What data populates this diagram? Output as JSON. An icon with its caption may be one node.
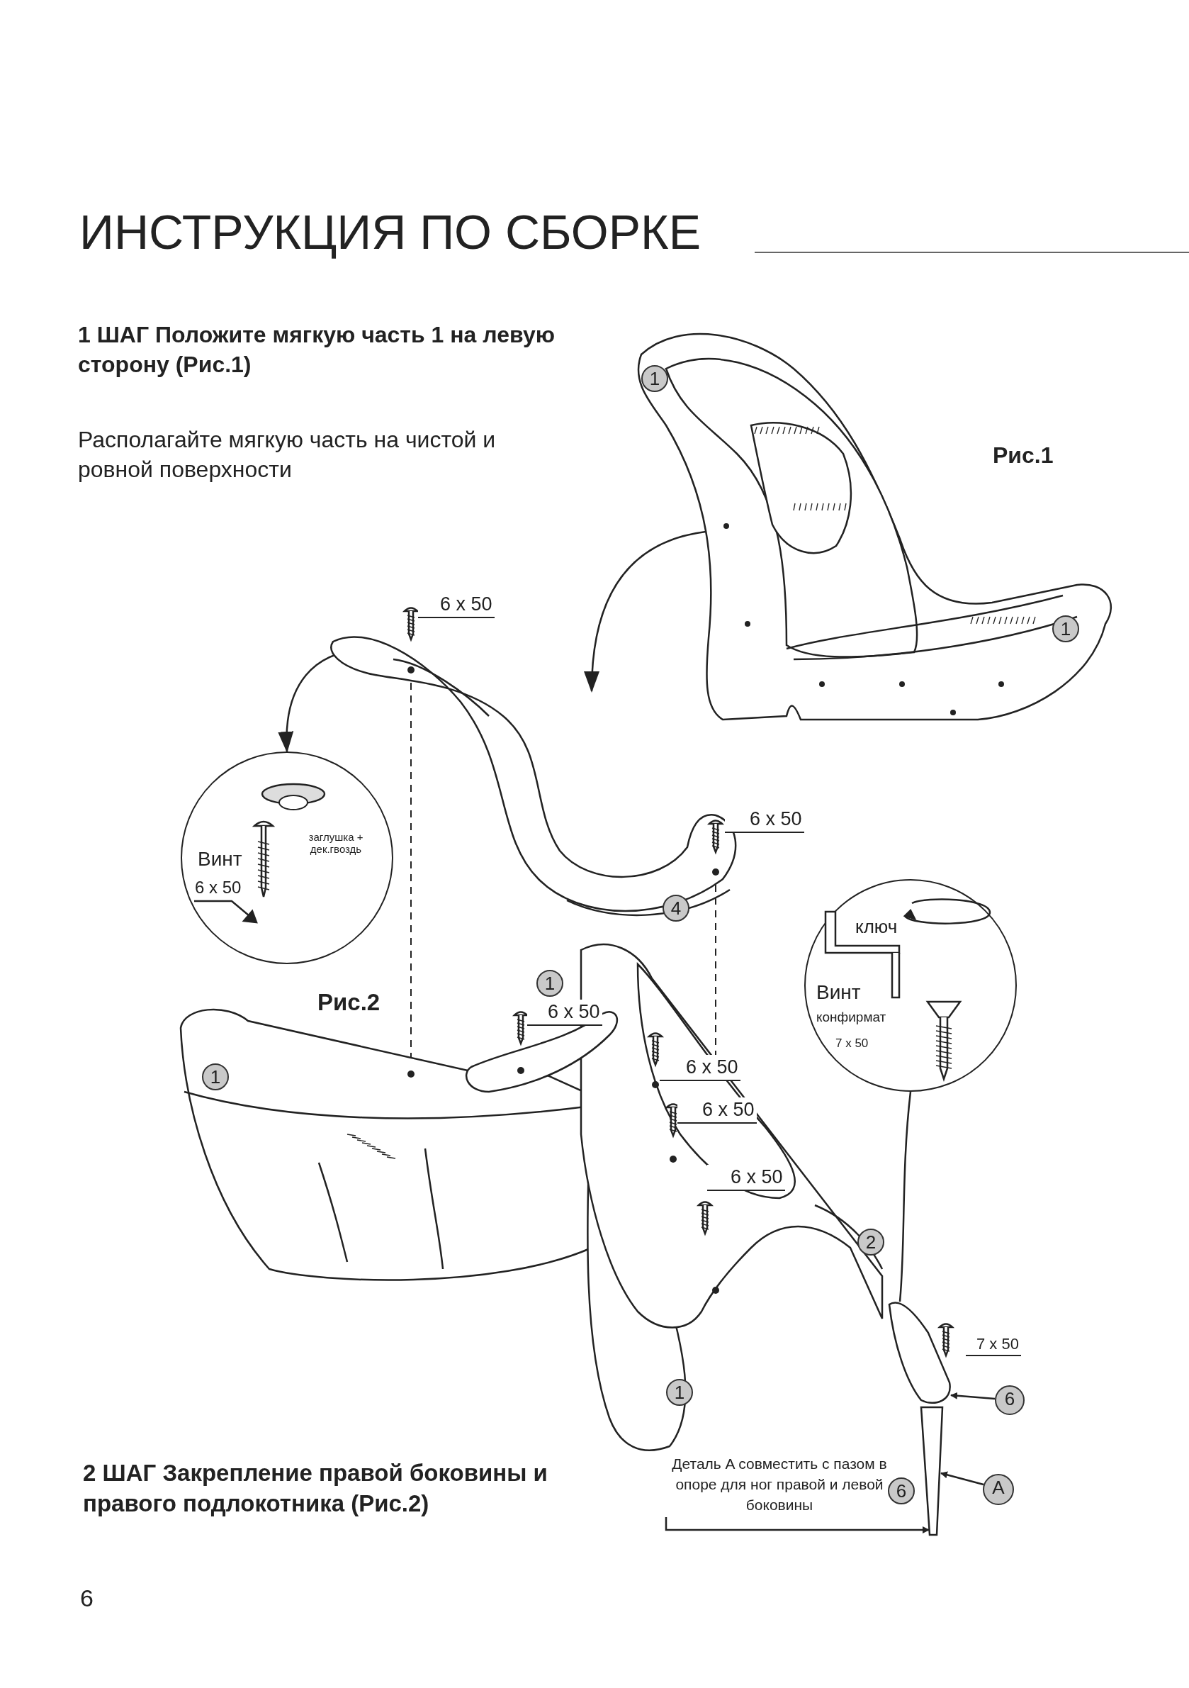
{
  "diagram": {
    "title": "ИНСТРУКЦИЯ ПО СБОРКЕ",
    "nodes": [
      {
        "text": [],
        "shape": "picture"
      },
      {
        "text": [],
        "shape": "picture"
      },
      {
        "text": [
          "заглушка + дек.гвоздь",
          "Винт",
          "6 x 50"
        ]
      },
      {
        "text": [
          "ключ",
          "Винт",
          "конфирмат",
          "7 x 50"
        ]
      },
      {
        "text": [
          "6"
        ]
      },
      {
        "text": [
          "A"
        ]
      },
      {
        "text": [],
        "shape": "picture"
      },
      {
        "text": [
          "Деталь A совместить с пазом в опоре для ног правой и левой боковины"
        ]
      },
      {
        "text": [],
        "shape": "picture"
      }
    ],
    "edges": [
      {
        "from": 0,
        "to": null,
        "arrow": "to"
      },
      {
        "from": 1,
        "to": 2,
        "arrow": "to"
      },
      {
        "from": 3,
        "to": 6,
        "arrow": "none"
      },
      {
        "from": 4,
        "to": 6,
        "arrow": "to"
      },
      {
        "from": 5,
        "to": 6,
        "arrow": "to"
      },
      {
        "from": 7,
        "to": 6,
        "arrow": "to"
      },
      {
        "from": 1,
        "to": 8,
        "arrow": "none",
        "style": "dashed"
      },
      {
        "from": 1,
        "to": 8,
        "arrow": "none",
        "style": "dashed"
      }
    ],
    "labels": [
      "1 ШАГ  Положите мягкую часть 1 на левую сторону (Рис.1)",
      "Располагайте мягкую часть на чистой и ровной поверхности",
      "Рис.1",
      "1",
      "1",
      "6 x 50",
      "6 x 50",
      "4",
      "Рис.2",
      "1",
      "6 x 50",
      "1",
      "6 x 50",
      "6 x 50",
      "6 x 50",
      "2",
      "7 x 50",
      "1",
      "6",
      "2 ШАГ  Закрепление правой боковины и правого подлокотника (Рис.2)",
      "6"
    ]
  }
}
